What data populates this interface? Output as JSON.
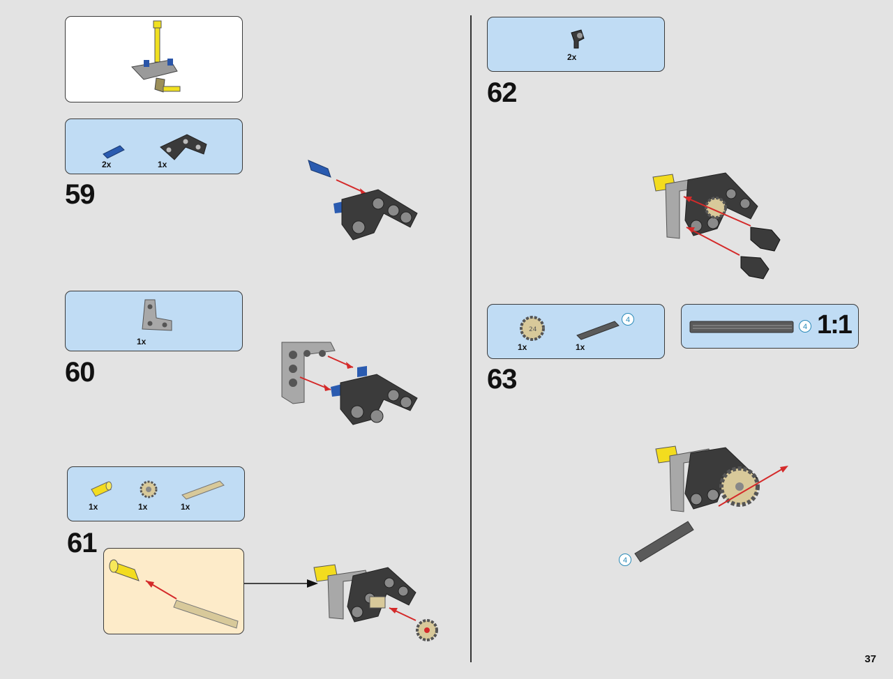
{
  "page": {
    "number": "37"
  },
  "steps": {
    "s59": {
      "number": "59",
      "parts": [
        {
          "qty": "2x"
        },
        {
          "qty": "1x"
        }
      ]
    },
    "s60": {
      "number": "60",
      "parts": [
        {
          "qty": "1x"
        }
      ]
    },
    "s61": {
      "number": "61",
      "parts": [
        {
          "qty": "1x"
        },
        {
          "qty": "1x"
        },
        {
          "qty": "1x"
        }
      ]
    },
    "s62": {
      "number": "62",
      "parts": [
        {
          "qty": "2x"
        }
      ]
    },
    "s63": {
      "number": "63",
      "parts": [
        {
          "qty": "1x"
        },
        {
          "qty": "1x",
          "axle_length": "4"
        }
      ]
    }
  },
  "scale_box": {
    "axle_length": "4",
    "label": "1:1"
  },
  "callout": {
    "axle_length": "4"
  },
  "colors": {
    "parts_box": "#c0dcf4",
    "subassembly_box": "#fdebc9",
    "arrow": "#d42a2a",
    "length_badge": "#2a8ab8"
  }
}
